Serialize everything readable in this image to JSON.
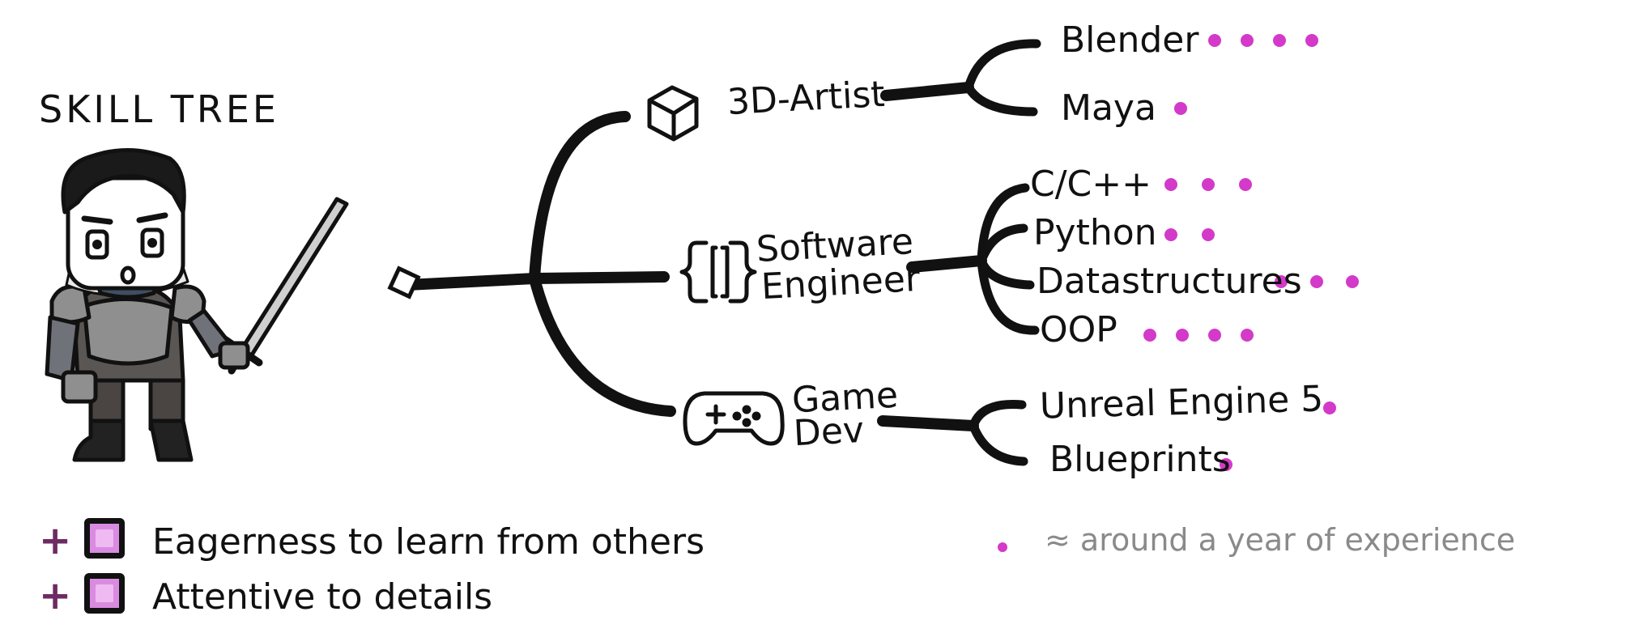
{
  "title": "SKILL TREE",
  "colors": {
    "ink": "#111111",
    "dot": "#d33ac9",
    "plus": "#6e2b63",
    "gem": "#d98be0",
    "legend": "#8a8a8a"
  },
  "categories": [
    {
      "label": "3D-Artist",
      "icon": "cube-icon",
      "skills": [
        {
          "label": "Blender",
          "years": 4
        },
        {
          "label": "Maya",
          "years": 1
        }
      ]
    },
    {
      "label": "Software Engineer",
      "line1": "Software",
      "line2": "Engineer",
      "icon": "braces-icon",
      "skills": [
        {
          "label": "C/C++",
          "years": 3
        },
        {
          "label": "Python",
          "years": 2
        },
        {
          "label": "Datastructures",
          "years": 3
        },
        {
          "label": "OOP",
          "years": 4
        }
      ]
    },
    {
      "label": "Game Dev",
      "line1": "Game",
      "line2": "Dev",
      "icon": "gamepad-icon",
      "skills": [
        {
          "label": "Unreal Engine 5",
          "years": 1
        },
        {
          "label": "Blueprints",
          "years": 1
        }
      ]
    }
  ],
  "traits": [
    "Eagerness to learn from others",
    "Attentive to details"
  ],
  "trait_prefix": "+",
  "legend": "≈ around a year of experience",
  "character": "knight-illustration"
}
